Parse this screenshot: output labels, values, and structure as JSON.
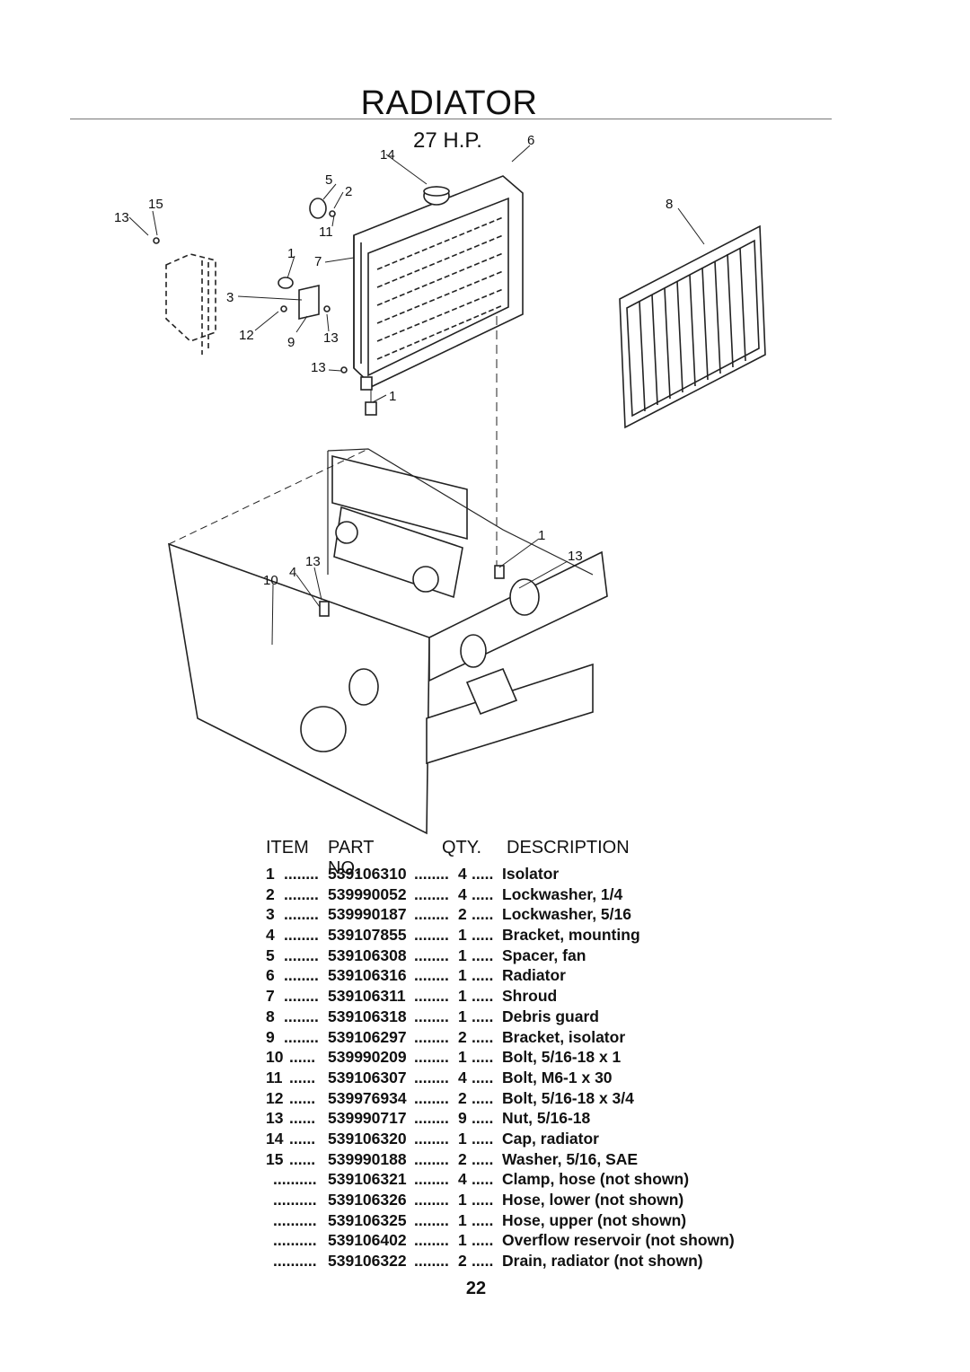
{
  "page": {
    "title": "RADIATOR",
    "subtitle": "27 H.P.",
    "page_number": "22"
  },
  "diagram": {
    "callouts": [
      "14",
      "6",
      "5",
      "2",
      "15",
      "13",
      "11",
      "8",
      "1",
      "7",
      "3",
      "12",
      "9",
      "13",
      "13",
      "1",
      "1",
      "13",
      "4",
      "13",
      "10"
    ]
  },
  "parts_table": {
    "headers": {
      "item": "ITEM",
      "part_no": "PART NO.",
      "qty": "QTY.",
      "description": "DESCRIPTION"
    },
    "rows": [
      {
        "item": "1",
        "part_no": "539106310",
        "qty": "4",
        "description": "Isolator"
      },
      {
        "item": "2",
        "part_no": "539990052",
        "qty": "4",
        "description": "Lockwasher, 1/4"
      },
      {
        "item": "3",
        "part_no": "539990187",
        "qty": "2",
        "description": "Lockwasher, 5/16"
      },
      {
        "item": "4",
        "part_no": "539107855",
        "qty": "1",
        "description": "Bracket, mounting"
      },
      {
        "item": "5",
        "part_no": "539106308",
        "qty": "1",
        "description": "Spacer, fan"
      },
      {
        "item": "6",
        "part_no": "539106316",
        "qty": "1",
        "description": "Radiator"
      },
      {
        "item": "7",
        "part_no": "539106311",
        "qty": "1",
        "description": "Shroud"
      },
      {
        "item": "8",
        "part_no": "539106318",
        "qty": "1",
        "description": "Debris guard"
      },
      {
        "item": "9",
        "part_no": "539106297",
        "qty": "2",
        "description": "Bracket, isolator"
      },
      {
        "item": "10",
        "part_no": "539990209",
        "qty": "1",
        "description": "Bolt, 5/16-18 x 1"
      },
      {
        "item": "11",
        "part_no": "539106307",
        "qty": "4",
        "description": "Bolt, M6-1 x 30"
      },
      {
        "item": "12",
        "part_no": "539976934",
        "qty": "2",
        "description": "Bolt, 5/16-18 x 3/4"
      },
      {
        "item": "13",
        "part_no": "539990717",
        "qty": "9",
        "description": "Nut, 5/16-18"
      },
      {
        "item": "14",
        "part_no": "539106320",
        "qty": "1",
        "description": "Cap, radiator"
      },
      {
        "item": "15",
        "part_no": "539990188",
        "qty": "2",
        "description": "Washer, 5/16, SAE"
      },
      {
        "item": "",
        "part_no": "539106321",
        "qty": "4",
        "description": "Clamp, hose (not shown)"
      },
      {
        "item": "",
        "part_no": "539106326",
        "qty": "1",
        "description": "Hose, lower (not shown)"
      },
      {
        "item": "",
        "part_no": "539106325",
        "qty": "1",
        "description": "Hose, upper (not shown)"
      },
      {
        "item": "",
        "part_no": "539106402",
        "qty": "1",
        "description": "Overflow reservoir (not shown)"
      },
      {
        "item": "",
        "part_no": "539106322",
        "qty": "2",
        "description": "Drain, radiator (not shown)"
      }
    ]
  }
}
